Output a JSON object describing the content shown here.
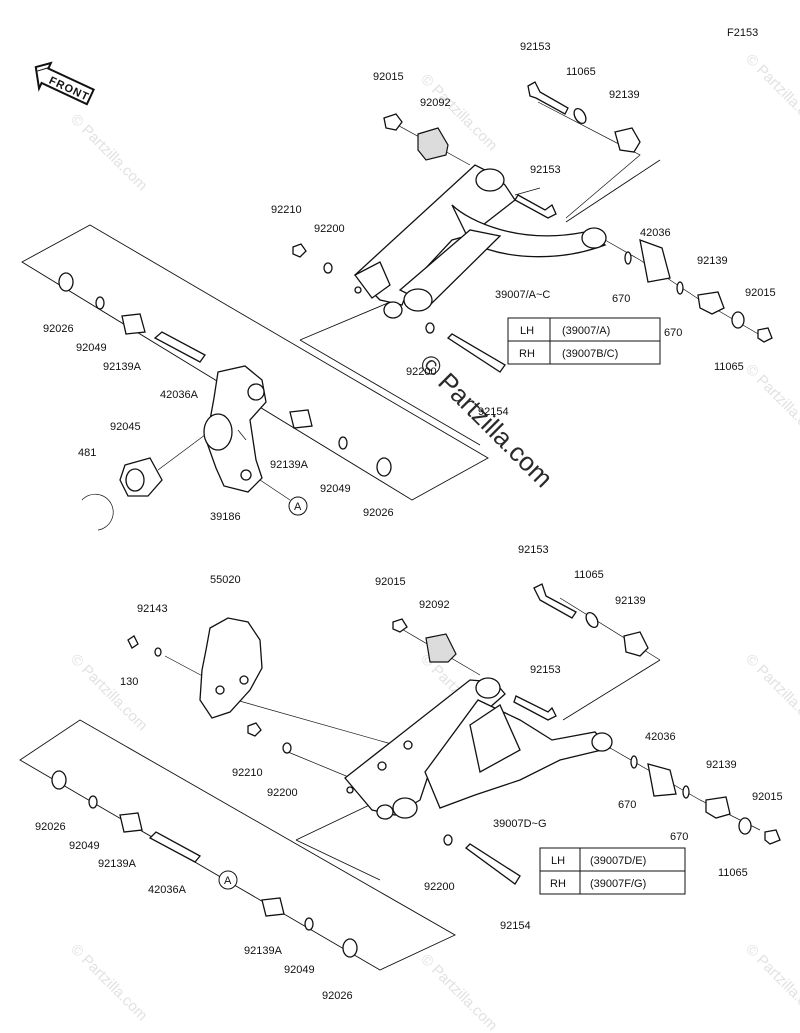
{
  "figure_id": "F2153",
  "front_label": "FRONT",
  "callout": "A",
  "watermark": {
    "small": "© Partzilla.com",
    "big": "© Partzilla.com"
  },
  "upper": {
    "labels": {
      "p92153_top": "92153",
      "p11065_top": "11065",
      "p92015_top": "92015",
      "p92092": "92092",
      "p92139_top": "92139",
      "p92153_mid": "92153",
      "p92210": "92210",
      "p92200_left": "92200",
      "p42036": "42036",
      "p92026_left": "92026",
      "p92049_left": "92049",
      "p92139a_left": "92139A",
      "p42036a": "42036A",
      "p39007": "39007/A~C",
      "p670_a": "670",
      "p670_b": "670",
      "p92139_right": "92139",
      "p92015_right": "92015",
      "p11065_right": "11065",
      "p92200_bottom": "92200",
      "p92154": "92154",
      "p92045": "92045",
      "p481": "481",
      "p92139a_right": "92139A",
      "p92049_right": "92049",
      "p39186": "39186",
      "p92026_right": "92026"
    },
    "table": [
      {
        "side": "LH",
        "code": "(39007/A)"
      },
      {
        "side": "RH",
        "code": "(39007B/C)"
      }
    ]
  },
  "lower": {
    "labels": {
      "p92153_top": "92153",
      "p55020": "55020",
      "p92015_top": "92015",
      "p11065_top": "11065",
      "p92143": "92143",
      "p92092": "92092",
      "p92139_top": "92139",
      "p130": "130",
      "p92153_mid": "92153",
      "p42036": "42036",
      "p92210": "92210",
      "p92200_left": "92200",
      "p670_a": "670",
      "p92139_right": "92139",
      "p92015_right": "92015",
      "p92026_left": "92026",
      "p92049_left": "92049",
      "p92139a_left": "92139A",
      "p39007": "39007D~G",
      "p670_b": "670",
      "p11065_right": "11065",
      "p42036a": "42036A",
      "p92200_bottom": "92200",
      "p92154": "92154",
      "p92139a_bottom": "92139A",
      "p92049_bottom": "92049",
      "p92026_bottom": "92026"
    },
    "table": [
      {
        "side": "LH",
        "code": "(39007D/E)"
      },
      {
        "side": "RH",
        "code": "(39007F/G)"
      }
    ]
  }
}
